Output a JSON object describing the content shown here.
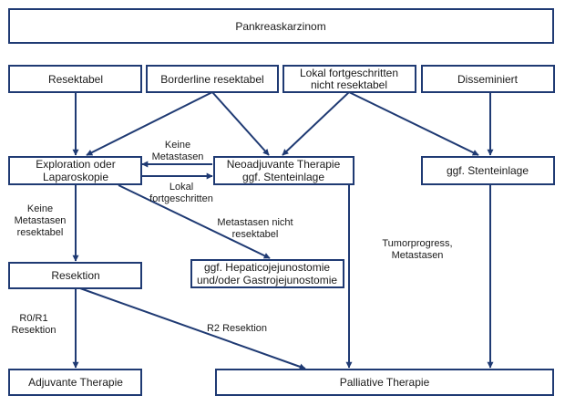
{
  "nodes": {
    "pankreaskarzinom": [
      "Pankreaskarzinom"
    ],
    "resektabel": [
      "Resektabel"
    ],
    "borderline": [
      "Borderline resektabel"
    ],
    "lokal": [
      "Lokal fortgeschritten",
      "nicht resektabel"
    ],
    "disseminiert": [
      "Disseminiert"
    ],
    "exploration": [
      "Exploration oder",
      "Laparoskopie"
    ],
    "neoadjuvant": [
      "Neoadjuvante Therapie",
      "ggf. Stenteinlage"
    ],
    "stenteinlage": [
      "ggf. Stenteinlage"
    ],
    "resektion": [
      "Resektion"
    ],
    "hepatico": [
      "ggf. Hepaticojejunostomie",
      "und/oder Gastrojejunostomie"
    ],
    "adjuvant": [
      "Adjuvante Therapie"
    ],
    "palliativ": [
      "Palliative Therapie"
    ]
  },
  "edge_labels": {
    "keine_metastasen_top": [
      "Keine",
      "Metastasen"
    ],
    "lokal_fortgeschritten": [
      "Lokal",
      "fortgeschritten"
    ],
    "keine_metastasen_resektabel": [
      "Keine",
      "Metastasen",
      "resektabel"
    ],
    "metastasen_nicht_resektabel": [
      "Metastasen  nicht",
      "resektabel"
    ],
    "tumorprogress": [
      "Tumorprogress,",
      "Metastasen"
    ],
    "r0r1": [
      "R0/R1",
      "Resektion"
    ],
    "r2": [
      "R2 Resektion"
    ]
  },
  "colors": {
    "stroke": "#1f3a73",
    "text": "#1a1a1a",
    "background": "#ffffff"
  }
}
